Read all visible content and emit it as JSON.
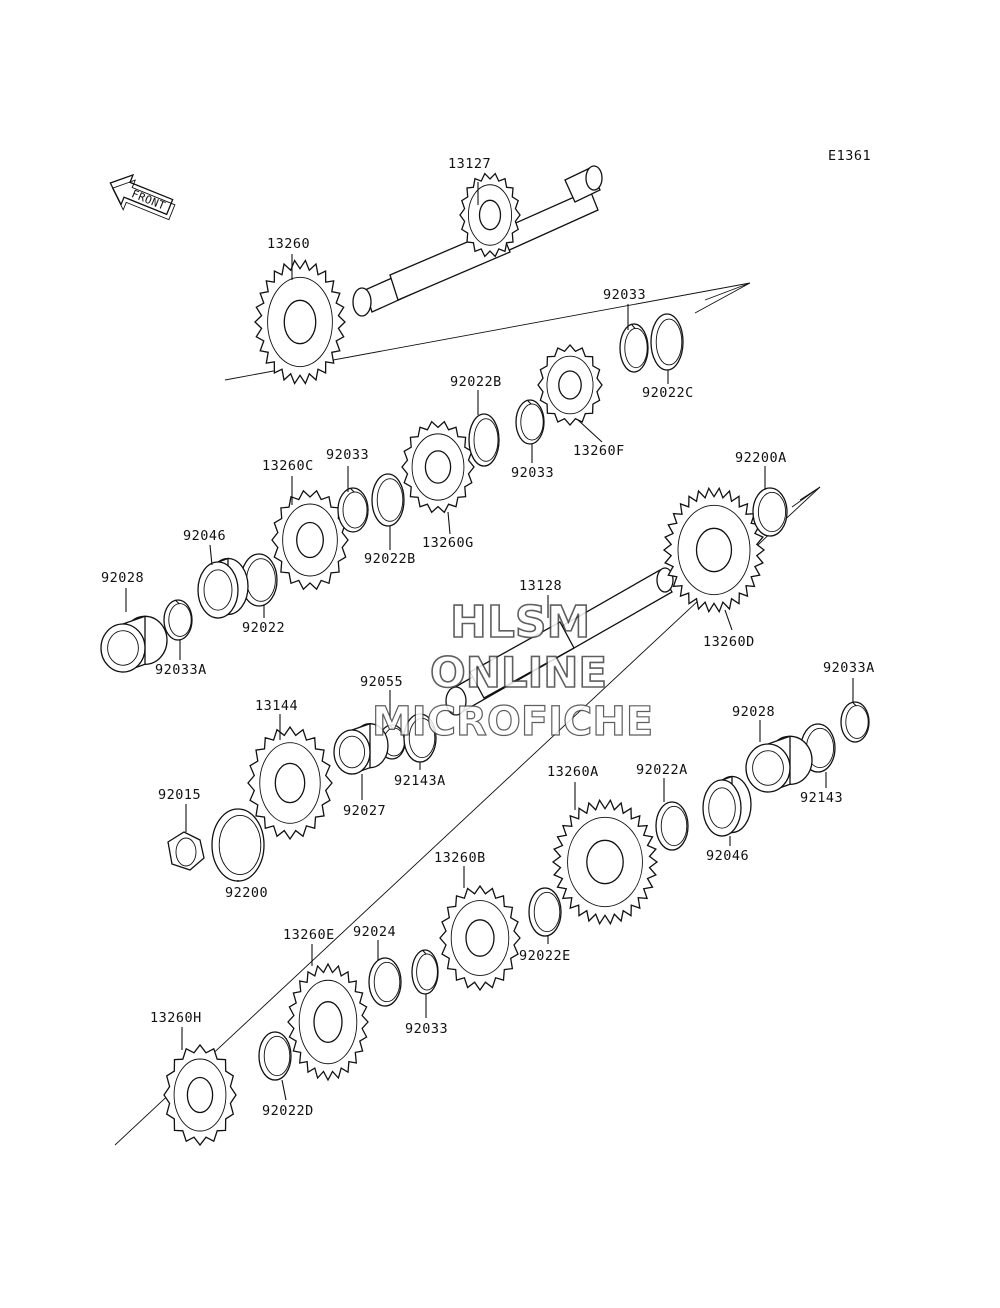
{
  "diagram_code": "E1361",
  "front_label": "FRONT",
  "watermark": {
    "line1": "HLSM",
    "line2": "ONLINE",
    "line3": "MICROFICHE"
  },
  "parts": [
    {
      "id": "p-13127",
      "label": "13127"
    },
    {
      "id": "p-13260",
      "label": "13260"
    },
    {
      "id": "p-92033-a1",
      "label": "92033"
    },
    {
      "id": "p-92022c",
      "label": "92022C"
    },
    {
      "id": "p-92022b-1",
      "label": "92022B"
    },
    {
      "id": "p-13260f",
      "label": "13260F"
    },
    {
      "id": "p-92033-a2",
      "label": "92033"
    },
    {
      "id": "p-92033-a3",
      "label": "92033"
    },
    {
      "id": "p-13260c",
      "label": "13260C"
    },
    {
      "id": "p-92022b-2",
      "label": "92022B"
    },
    {
      "id": "p-13260g",
      "label": "13260G"
    },
    {
      "id": "p-92200a",
      "label": "92200A"
    },
    {
      "id": "p-92046-1",
      "label": "92046"
    },
    {
      "id": "p-92028-1",
      "label": "92028"
    },
    {
      "id": "p-92022",
      "label": "92022"
    },
    {
      "id": "p-92033a-1",
      "label": "92033A"
    },
    {
      "id": "p-13128",
      "label": "13128"
    },
    {
      "id": "p-13260d",
      "label": "13260D"
    },
    {
      "id": "p-92033a-2",
      "label": "92033A"
    },
    {
      "id": "p-92055",
      "label": "92055"
    },
    {
      "id": "p-13144",
      "label": "13144"
    },
    {
      "id": "p-92028-2",
      "label": "92028"
    },
    {
      "id": "p-92143a",
      "label": "92143A"
    },
    {
      "id": "p-92027",
      "label": "92027"
    },
    {
      "id": "p-92015",
      "label": "92015"
    },
    {
      "id": "p-13260a",
      "label": "13260A"
    },
    {
      "id": "p-92022a",
      "label": "92022A"
    },
    {
      "id": "p-92143",
      "label": "92143"
    },
    {
      "id": "p-92046-2",
      "label": "92046"
    },
    {
      "id": "p-92200",
      "label": "92200"
    },
    {
      "id": "p-13260b",
      "label": "13260B"
    },
    {
      "id": "p-13260e",
      "label": "13260E"
    },
    {
      "id": "p-92024",
      "label": "92024"
    },
    {
      "id": "p-92022e",
      "label": "92022E"
    },
    {
      "id": "p-92033-b",
      "label": "92033"
    },
    {
      "id": "p-13260h",
      "label": "13260H"
    },
    {
      "id": "p-92022d",
      "label": "92022D"
    }
  ]
}
